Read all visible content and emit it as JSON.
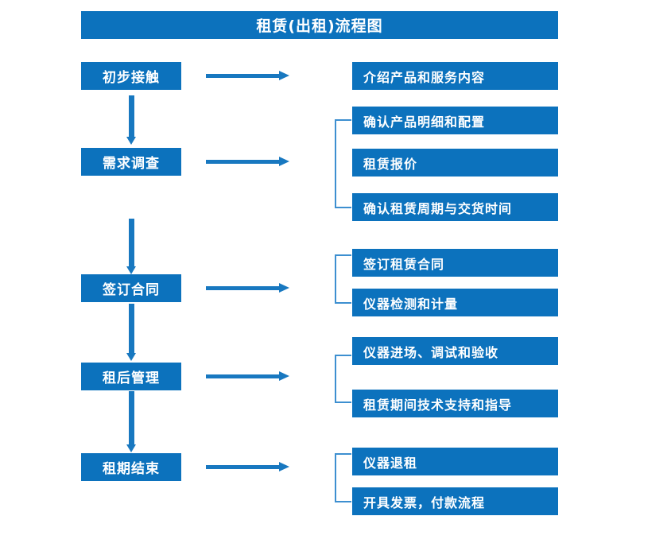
{
  "chart_data": {
    "type": "diagram",
    "title": "租赁(出租)流程图",
    "diagram_kind": "flowchart",
    "stages": [
      {
        "label": "初步接触",
        "details": [
          "介绍产品和服务内容"
        ],
        "bracketed": false
      },
      {
        "label": "需求调查",
        "details": [
          "确认产品明细和配置",
          "租赁报价",
          "确认租赁周期与交货时间"
        ],
        "bracketed": true
      },
      {
        "label": "签订合同",
        "details": [
          "签订租赁合同",
          "仪器检测和计量"
        ],
        "bracketed": true
      },
      {
        "label": "租后管理",
        "details": [
          "仪器进场、调试和验收",
          "租赁期间技术支持和指导"
        ],
        "bracketed": true
      },
      {
        "label": "租期结束",
        "details": [
          "仪器退租",
          "开具发票，付款流程"
        ],
        "bracketed": true
      }
    ],
    "colors": {
      "box_fill": "#0c72bd",
      "box_text": "#ffffff",
      "arrow": "#1878c0",
      "bracket": "#3d8fd0",
      "background": "#ffffff"
    }
  },
  "header": {
    "title": "租赁(出租)流程图"
  },
  "stages": [
    {
      "label": "初步接触"
    },
    {
      "label": "需求调查"
    },
    {
      "label": "签订合同"
    },
    {
      "label": "租后管理"
    },
    {
      "label": "租期结束"
    }
  ],
  "details": {
    "g1": [
      {
        "label": "介绍产品和服务内容"
      }
    ],
    "g2": [
      {
        "label": "确认产品明细和配置"
      },
      {
        "label": "租赁报价"
      },
      {
        "label": "确认租赁周期与交货时间"
      }
    ],
    "g3": [
      {
        "label": "签订租赁合同"
      },
      {
        "label": "仪器检测和计量"
      }
    ],
    "g4": [
      {
        "label": "仪器进场、调试和验收"
      },
      {
        "label": "租赁期间技术支持和指导"
      }
    ],
    "g5": [
      {
        "label": "仪器退租"
      },
      {
        "label": "开具发票，付款流程"
      }
    ]
  },
  "icons": {
    "down_arrow": "down-arrow-icon",
    "right_arrow": "right-arrow-icon",
    "bracket": "group-bracket-icon"
  }
}
